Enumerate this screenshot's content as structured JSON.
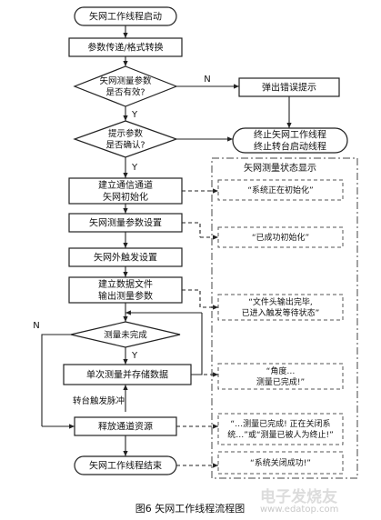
{
  "figure": {
    "caption": "图6   矢网工作线程流程图"
  },
  "nodes": {
    "start": "矢网工作线程启动",
    "convert": "参数传递/格式转换",
    "valid_q": [
      "矢网测量参数",
      "是否有效?"
    ],
    "error_tip": "弹出错误提示",
    "confirm_q": [
      "提示参数",
      "是否确认?"
    ],
    "terminate": [
      "终止矢网工作线程",
      "终止转台启动线程"
    ],
    "build_channel": [
      "建立通信通道",
      "矢网初始化"
    ],
    "param_set": "矢网测量参数设置",
    "trigger_set": "矢网外触发设置",
    "data_file": [
      "建立数据文件",
      "输出测量参数"
    ],
    "done_q": "测量未完成",
    "single_measure": "单次测量并存储数据",
    "release": "释放通道资源",
    "end": "矢网工作线程结束"
  },
  "labels": {
    "no_1": "N",
    "yes_1": "Y",
    "yes_2": "Y",
    "no_loop": "N",
    "yes_3": "Y",
    "turntable": "转台触发脉冲"
  },
  "status_panel": {
    "title": "矢网测量状态显示",
    "messages": [
      [
        "“系统正在初始化”"
      ],
      [
        "“已成功初始化”"
      ],
      [
        "“文件头输出完毕,",
        "已进入触发等待状态”"
      ],
      [
        "“角度…",
        "测量已完成!”"
      ],
      [
        "“…测量已完成! 正在关闭系",
        "统…”或“测量已被人为终止!”"
      ],
      [
        "“系统关闭成功!”"
      ]
    ]
  },
  "watermark": {
    "logo": "电子发烧友",
    "url": "www.edatop.com"
  }
}
